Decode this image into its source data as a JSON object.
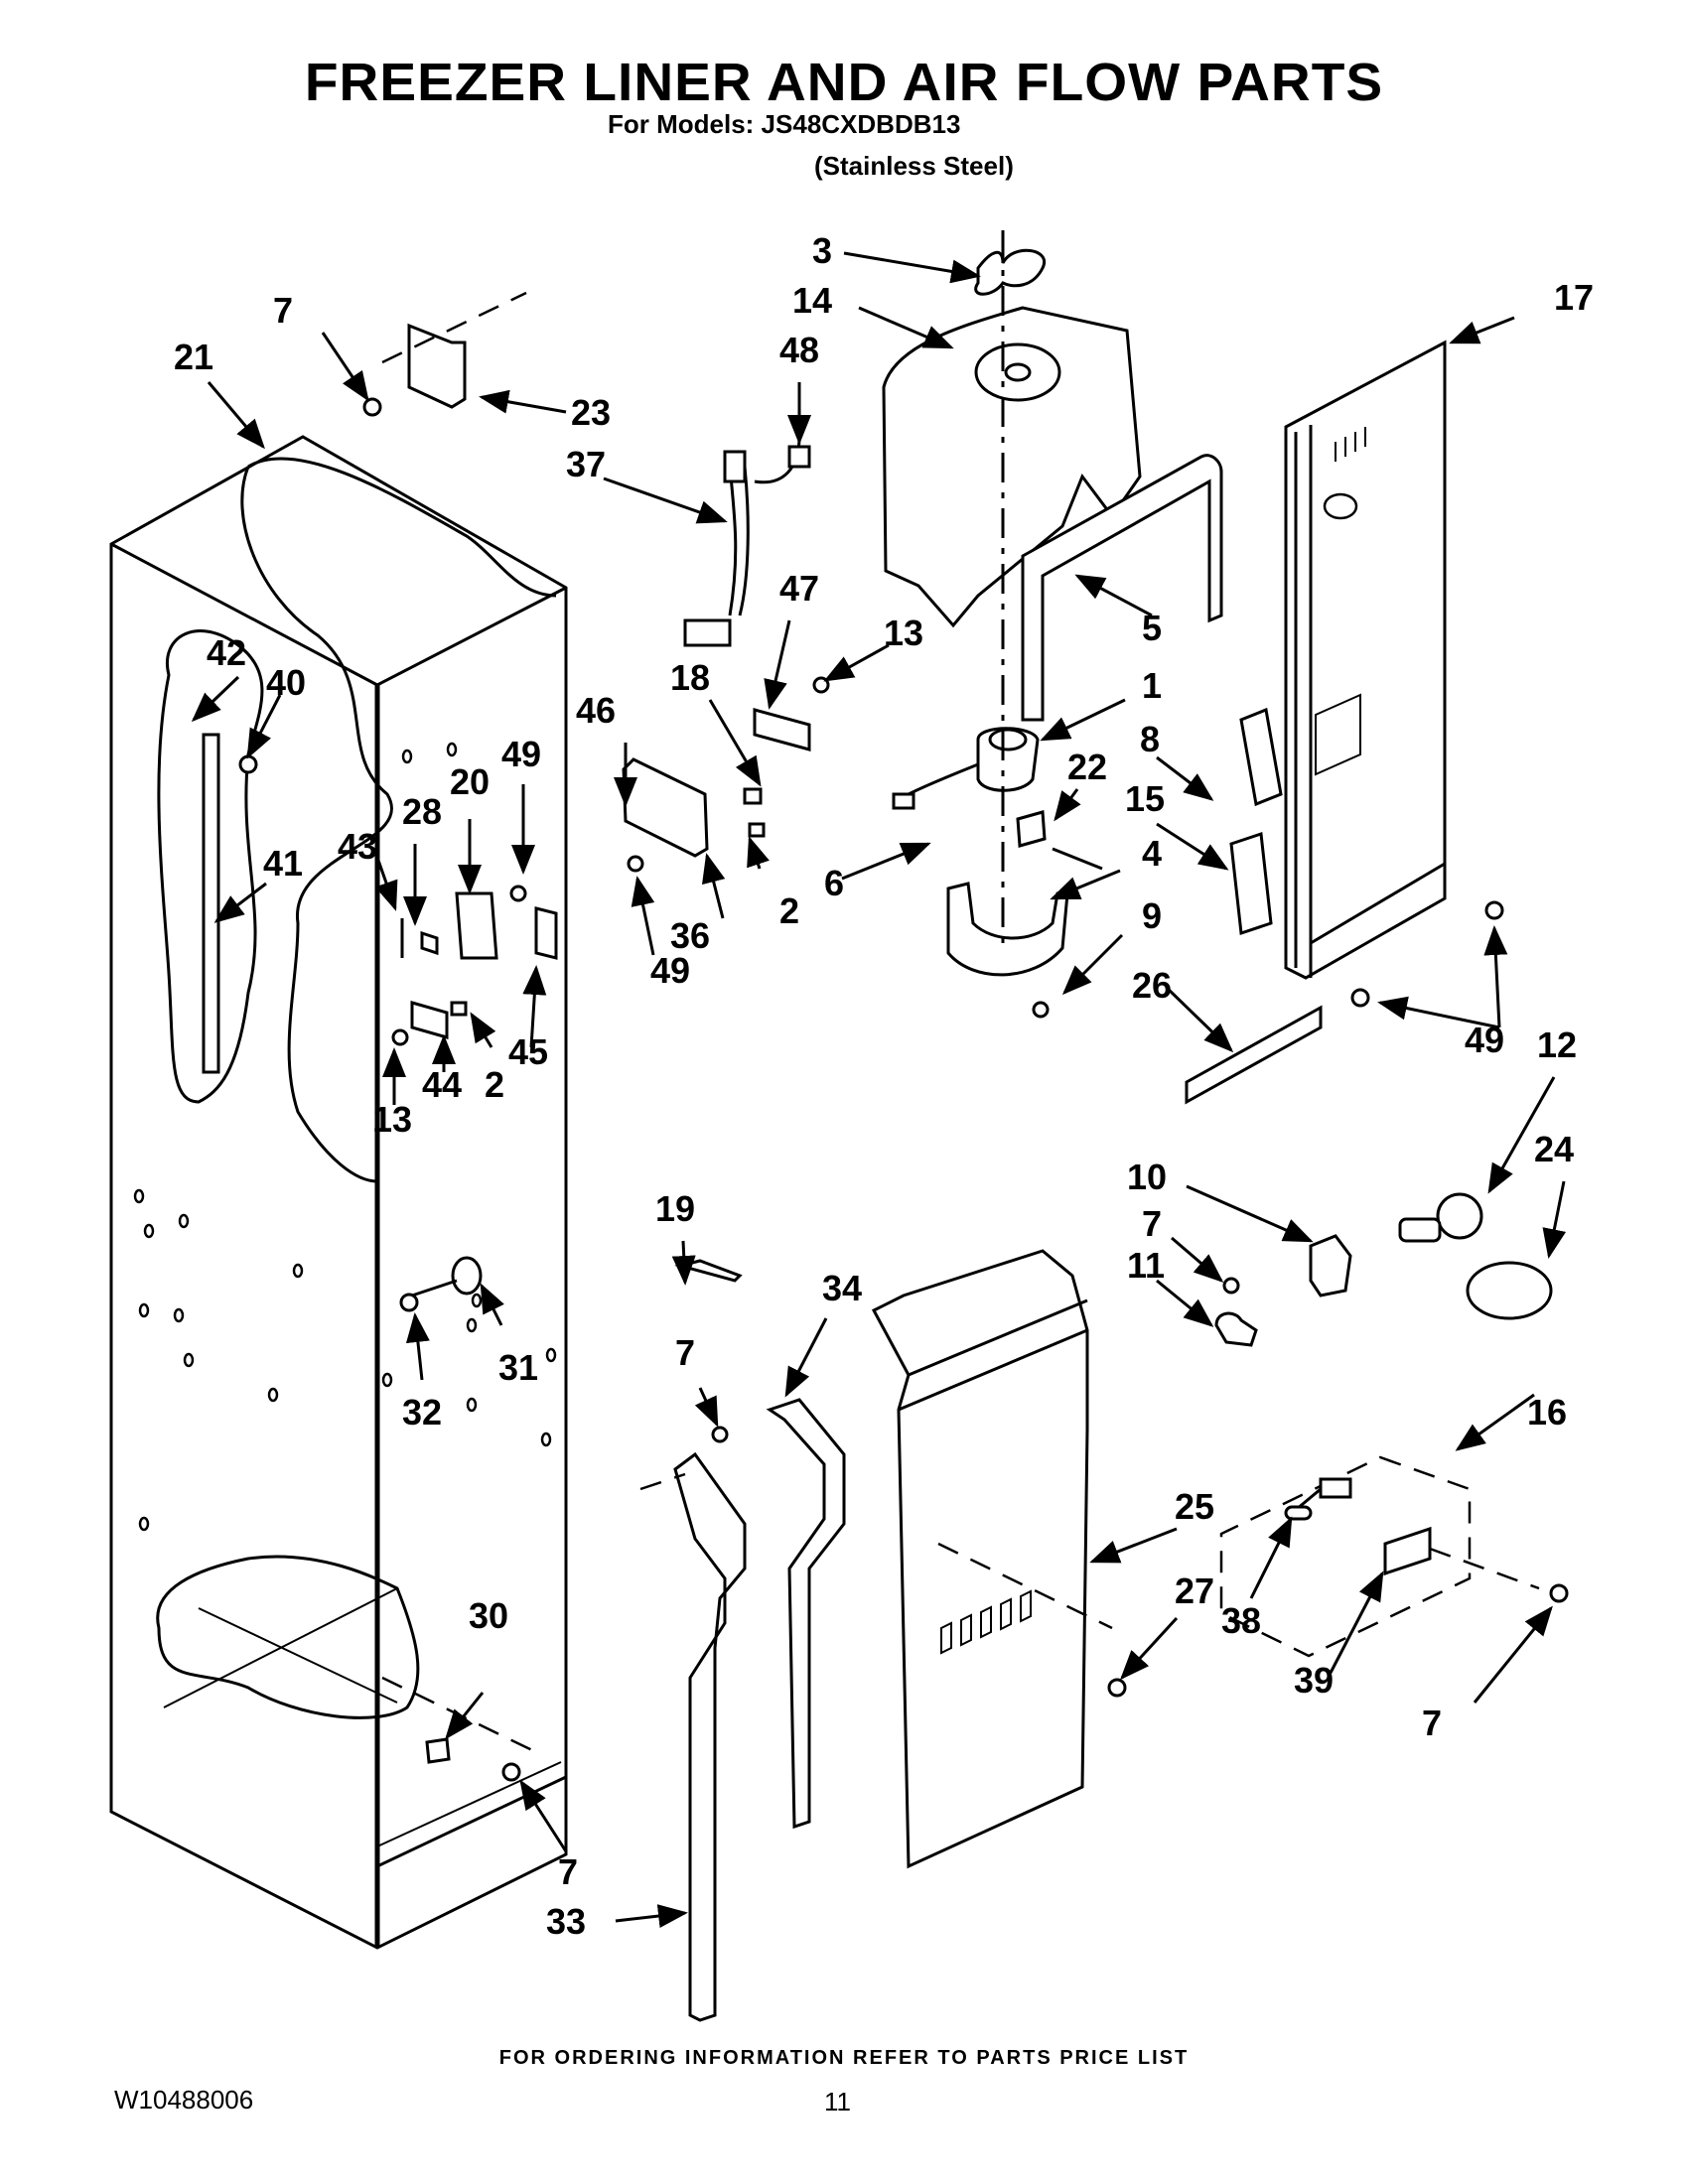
{
  "header": {
    "title": "FREEZER LINER AND AIR FLOW PARTS",
    "models_line": "For Models: JS48CXDBDB13",
    "variant": "(Stainless Steel)"
  },
  "footer": {
    "ordering_note": "FOR ORDERING INFORMATION REFER TO PARTS PRICE LIST",
    "document_number": "W10488006",
    "page_number": "11"
  },
  "callouts": [
    {
      "id": "c3",
      "label": "3"
    },
    {
      "id": "c14",
      "label": "14"
    },
    {
      "id": "c17",
      "label": "17"
    },
    {
      "id": "c7a",
      "label": "7"
    },
    {
      "id": "c21",
      "label": "21"
    },
    {
      "id": "c48",
      "label": "48"
    },
    {
      "id": "c23",
      "label": "23"
    },
    {
      "id": "c37",
      "label": "37"
    },
    {
      "id": "c47",
      "label": "47"
    },
    {
      "id": "c13a",
      "label": "13"
    },
    {
      "id": "c5",
      "label": "5"
    },
    {
      "id": "c42",
      "label": "42"
    },
    {
      "id": "c40",
      "label": "40"
    },
    {
      "id": "c18",
      "label": "18"
    },
    {
      "id": "c1",
      "label": "1"
    },
    {
      "id": "c46",
      "label": "46"
    },
    {
      "id": "c8",
      "label": "8"
    },
    {
      "id": "c49a",
      "label": "49"
    },
    {
      "id": "c20",
      "label": "20"
    },
    {
      "id": "c22",
      "label": "22"
    },
    {
      "id": "c28",
      "label": "28"
    },
    {
      "id": "c15",
      "label": "15"
    },
    {
      "id": "c43",
      "label": "43"
    },
    {
      "id": "c41",
      "label": "41"
    },
    {
      "id": "c6",
      "label": "6"
    },
    {
      "id": "c2a",
      "label": "2"
    },
    {
      "id": "c4",
      "label": "4"
    },
    {
      "id": "c36",
      "label": "36"
    },
    {
      "id": "c49b",
      "label": "49"
    },
    {
      "id": "c9",
      "label": "9"
    },
    {
      "id": "c45",
      "label": "45"
    },
    {
      "id": "c26",
      "label": "26"
    },
    {
      "id": "c2b",
      "label": "2"
    },
    {
      "id": "c44",
      "label": "44"
    },
    {
      "id": "c13b",
      "label": "13"
    },
    {
      "id": "c49c",
      "label": "49"
    },
    {
      "id": "c12",
      "label": "12"
    },
    {
      "id": "c24",
      "label": "24"
    },
    {
      "id": "c10",
      "label": "10"
    },
    {
      "id": "c19",
      "label": "19"
    },
    {
      "id": "c7b",
      "label": "7"
    },
    {
      "id": "c11",
      "label": "11"
    },
    {
      "id": "c34",
      "label": "34"
    },
    {
      "id": "c31",
      "label": "31"
    },
    {
      "id": "c32",
      "label": "32"
    },
    {
      "id": "c7c",
      "label": "7"
    },
    {
      "id": "c16",
      "label": "16"
    },
    {
      "id": "c25",
      "label": "25"
    },
    {
      "id": "c27",
      "label": "27"
    },
    {
      "id": "c38",
      "label": "38"
    },
    {
      "id": "c30",
      "label": "30"
    },
    {
      "id": "c39",
      "label": "39"
    },
    {
      "id": "c7d",
      "label": "7"
    },
    {
      "id": "c7e",
      "label": "7"
    },
    {
      "id": "c33",
      "label": "33"
    }
  ],
  "parts_index": [
    "1",
    "2",
    "3",
    "4",
    "5",
    "6",
    "7",
    "8",
    "9",
    "10",
    "11",
    "12",
    "13",
    "14",
    "15",
    "16",
    "17",
    "18",
    "19",
    "20",
    "21",
    "22",
    "23",
    "24",
    "25",
    "26",
    "27",
    "28",
    "30",
    "31",
    "32",
    "33",
    "34",
    "36",
    "37",
    "38",
    "39",
    "40",
    "41",
    "42",
    "43",
    "44",
    "45",
    "46",
    "47",
    "48",
    "49"
  ]
}
